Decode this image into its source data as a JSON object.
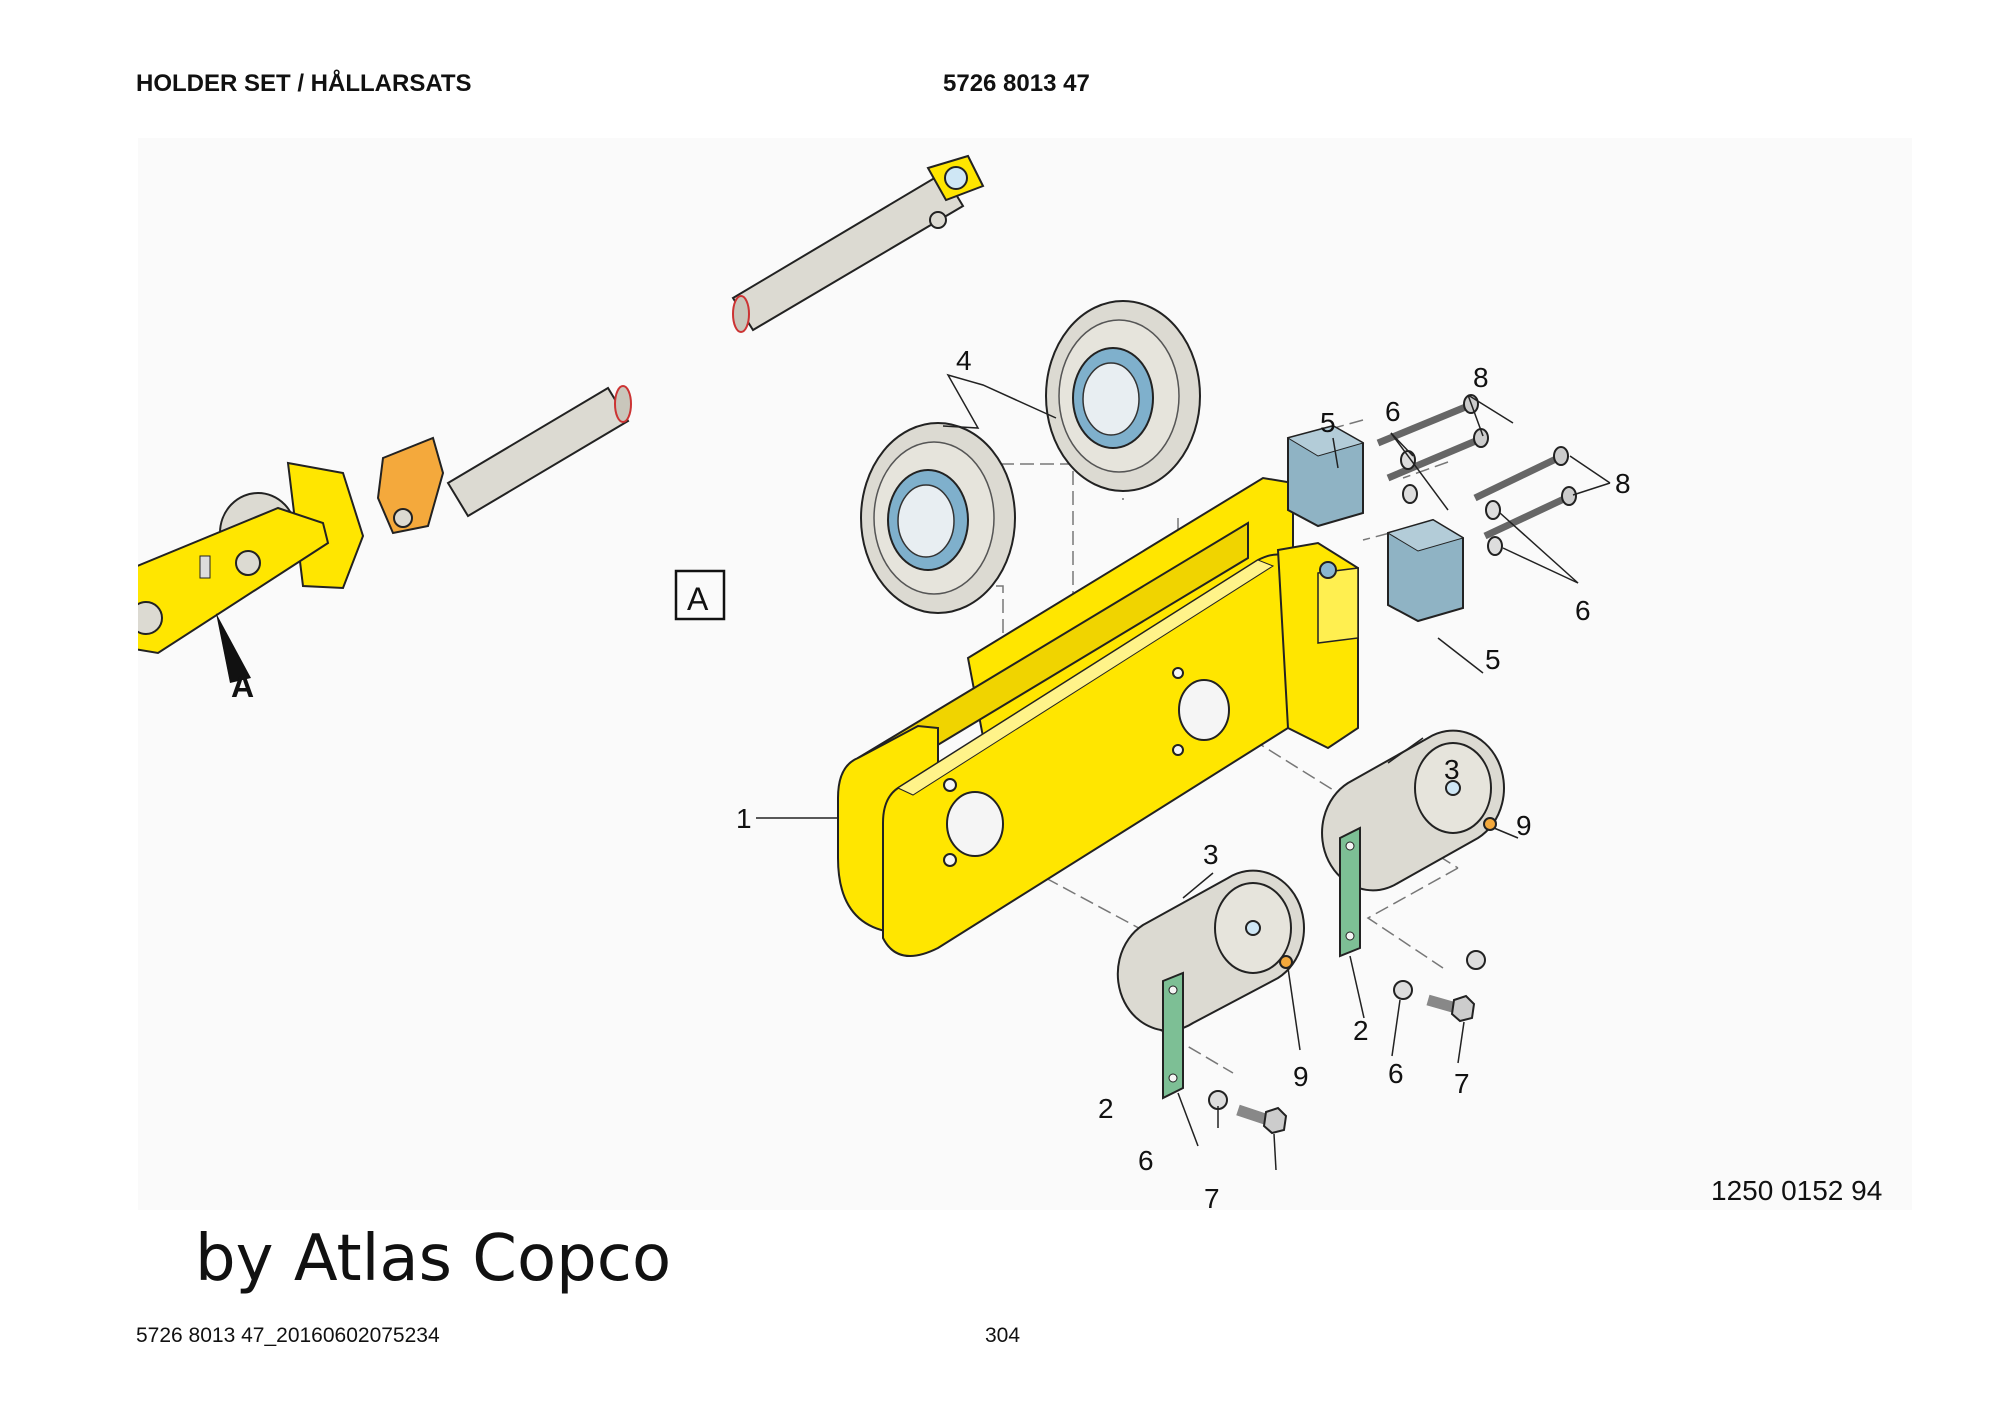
{
  "header": {
    "title": "HOLDER SET / HÅLLARSATS",
    "part_number": "5726 8013 47"
  },
  "drawing": {
    "view_label": "A",
    "detail_arrow_label": "A",
    "drawing_number": "1250 0152 94",
    "callouts": {
      "c1": "1",
      "c2a": "2",
      "c2b": "2",
      "c3a": "3",
      "c3b": "3",
      "c4": "4",
      "c5a": "5",
      "c5b": "5",
      "c6a": "6",
      "c6b": "6",
      "c6c": "6",
      "c6d": "6",
      "c7a": "7",
      "c7b": "7",
      "c8a": "8",
      "c8b": "8",
      "c9a": "9",
      "c9b": "9"
    },
    "colors": {
      "bracket": "#ffe600",
      "roller": "#dcdad2",
      "bearing": "#7fb0cc",
      "block": "#8fb3c4",
      "plate": "#7dbf95",
      "collar": "#f4a93c"
    }
  },
  "watermark": "by Atlas Copco",
  "footer": {
    "doc_id": "5726 8013 47_20160602075234",
    "page": "304"
  }
}
